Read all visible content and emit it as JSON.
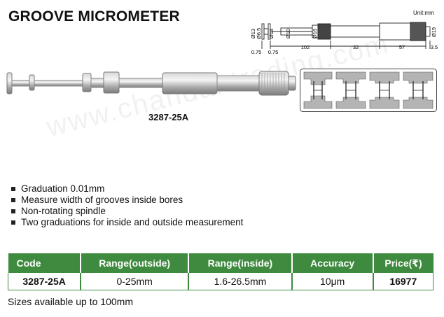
{
  "title": "GROOVE MICROMETER",
  "model": "3287-25A",
  "watermark": "www.chandantrading.com",
  "drawing": {
    "unit": "Unit:mm",
    "dims": {
      "d13a": "Ø13",
      "d65": "Ø6.5",
      "d13b": "Ø13",
      "d10": "Ø10",
      "d16": "Ø16",
      "d19": "Ø19",
      "l075a": "0.75",
      "l075b": "0.75",
      "l102": "102",
      "l32": "32",
      "l57": "57",
      "l35": "3.5"
    }
  },
  "features": [
    "Graduation 0.01mm",
    "Measure width of grooves inside bores",
    "Non-rotating spindle",
    "Two graduations  for inside and outside measurement"
  ],
  "table": {
    "headers": {
      "code": "Code",
      "range_outside": "Range(outside)",
      "range_inside": "Range(inside)",
      "accuracy": "Accuracy",
      "price": "Price(₹)"
    },
    "row": {
      "code": "3287-25A",
      "range_outside": "0-25mm",
      "range_inside": "1.6-26.5mm",
      "accuracy": "10μm",
      "price": "16977"
    }
  },
  "note": "Sizes available up to 100mm"
}
